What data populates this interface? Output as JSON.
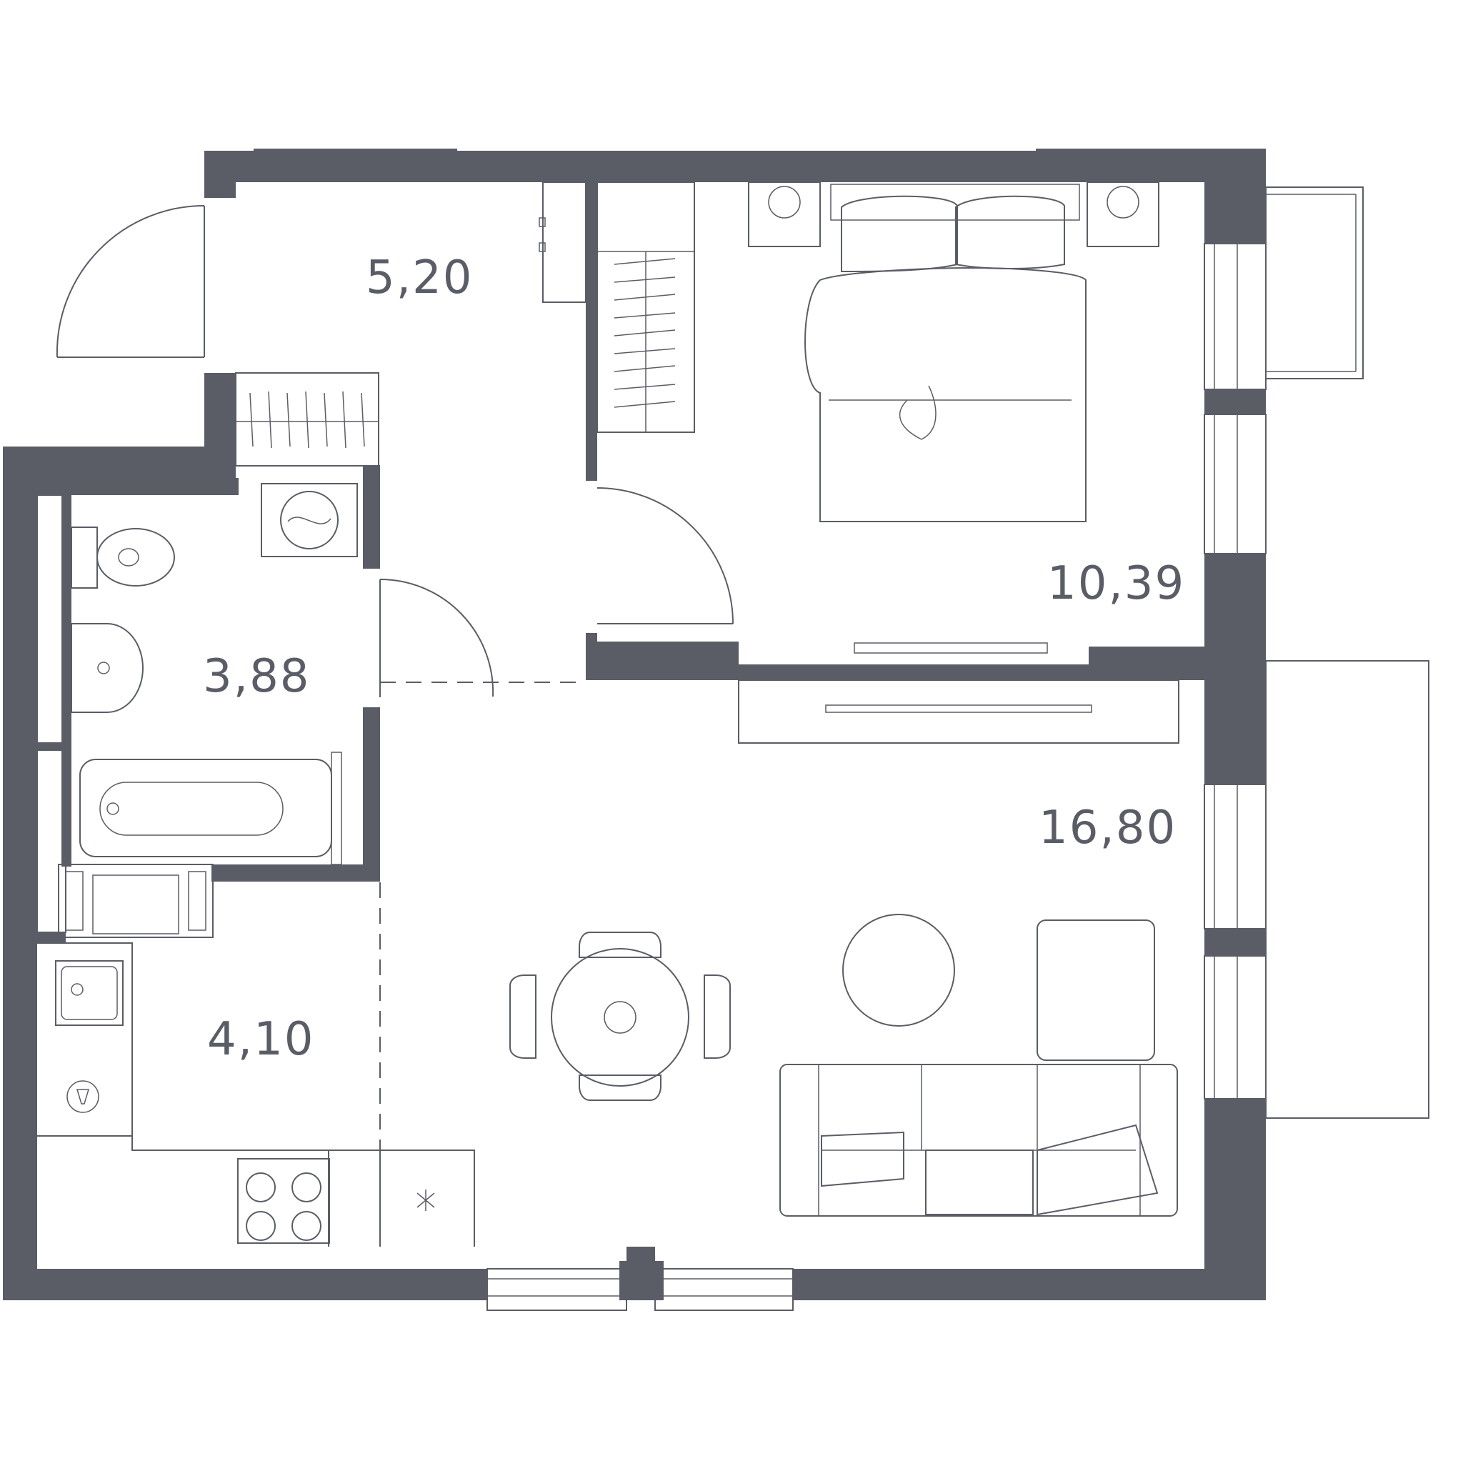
{
  "rooms": {
    "hallway": {
      "area": "5,20"
    },
    "bathroom": {
      "area": "3,88"
    },
    "bedroom": {
      "area": "10,39"
    },
    "kitchen": {
      "area": "4,10"
    },
    "living": {
      "area": "16,80"
    }
  },
  "colors": {
    "wall": "#5a5d66",
    "background": "#ffffff"
  }
}
